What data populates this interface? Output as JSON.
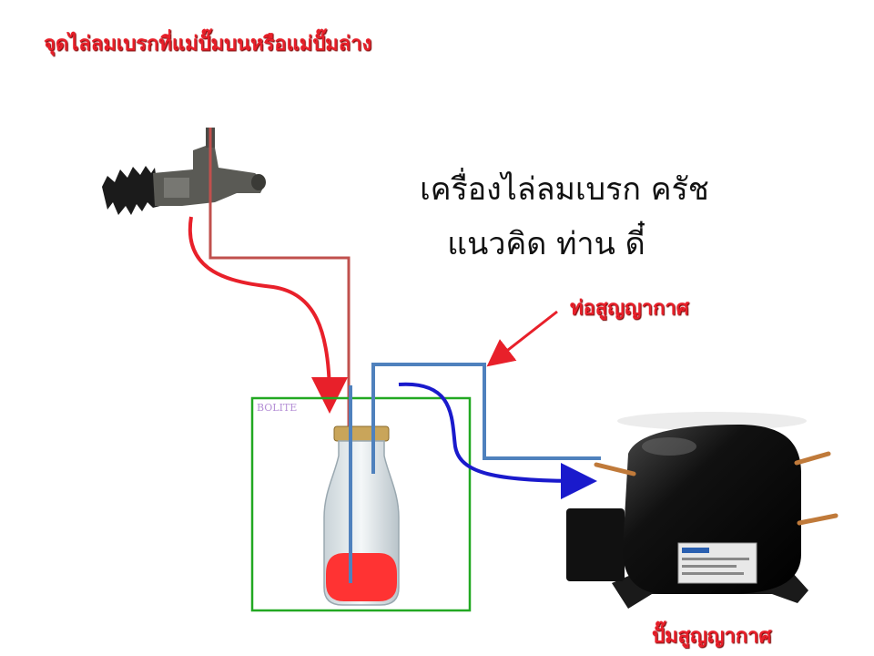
{
  "header": {
    "title": "จุดไล่ลมเบรกที่แม่ปั๊มบนหรือแม่ปั๊มล่าง"
  },
  "headline": {
    "line1": "เครื่องไล่ลมเบรก ครัช",
    "line2": "แนวคิด ท่าน ดี๋"
  },
  "labels": {
    "vacuum_pipe": "ท่อสูญญากาศ",
    "vacuum_pump": "ปั๊มสูญญากาศ",
    "watermark": "BOLITE"
  },
  "colors": {
    "label_red": "#e8202a",
    "pipe_red_line": "#c0504d",
    "pipe_steel_blue": "#4f81bd",
    "flow_blue": "#1a1acc",
    "frame_green": "#22a822",
    "fluid_red": "#ff3333"
  },
  "icons": [
    "slave-cylinder-icon",
    "glass-bottle-icon",
    "compressor-pump-icon"
  ]
}
